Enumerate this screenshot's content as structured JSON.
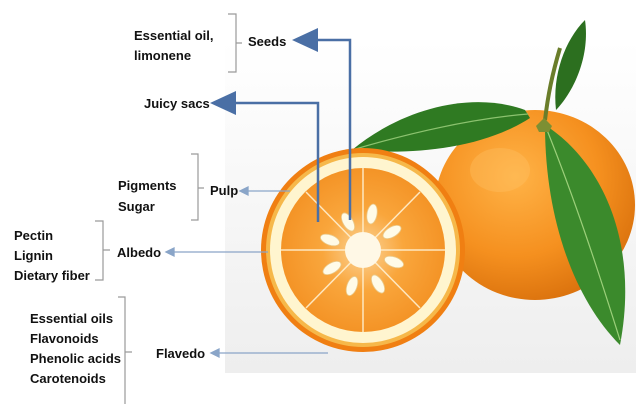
{
  "labels": {
    "seeds": "Seeds",
    "juicy_sacs": "Juicy sacs",
    "pulp": "Pulp",
    "albedo": "Albedo",
    "flavedo": "Flavedo"
  },
  "components": {
    "seeds": [
      "Essential oil,",
      "limonene"
    ],
    "pulp": [
      "Pigments",
      "Sugar"
    ],
    "albedo": [
      "Pectin",
      "Lignin",
      "Dietary fiber"
    ],
    "flavedo": [
      "Essential oils",
      "Flavonoids",
      "Phenolic acids",
      "Carotenoids"
    ]
  },
  "colors": {
    "thick_arrow": "#4a6fa5",
    "thin_arrow": "#8aa5c8",
    "bracket": "#9a9a9a",
    "orange_peel": "#f28a1e",
    "albedo": "#fff3c9",
    "pulp": "#f9a53a",
    "leaf": "#3a7d2a"
  }
}
